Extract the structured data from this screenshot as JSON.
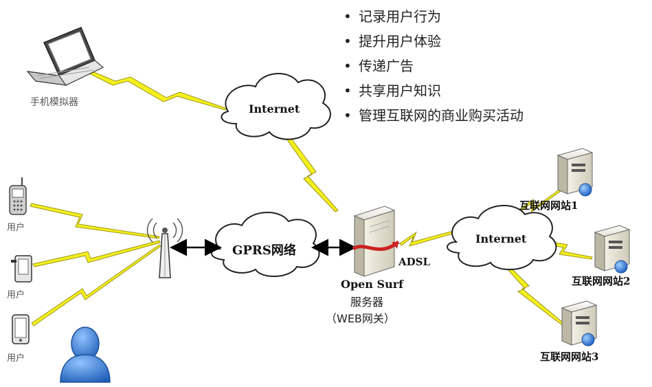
{
  "bullets": [
    "记录用户行为",
    "提升用户体验",
    "传递广告",
    "共享用户知识",
    "管理互联网的商业购买活动"
  ],
  "labels": {
    "laptop": "手机模拟器",
    "cloud_top": "Internet",
    "cloud_gprs": "GPRS网络",
    "cloud_right": "Internet",
    "user1": "用户",
    "user2": "用户",
    "user3": "用户",
    "adsl": "ADSL",
    "server_line1": "Open Surf",
    "server_line2": "服务器",
    "server_line3": "（WEB网关）",
    "site1": "互联网网站1",
    "site2": "互联网网站2",
    "site3": "互联网网站3"
  },
  "colors": {
    "bolt": "#f5f01e",
    "cloud_stroke": "#222222",
    "server_red": "#cc2222",
    "globe_blue": "#2a6fd6",
    "user_blue": "#3f86d8"
  }
}
